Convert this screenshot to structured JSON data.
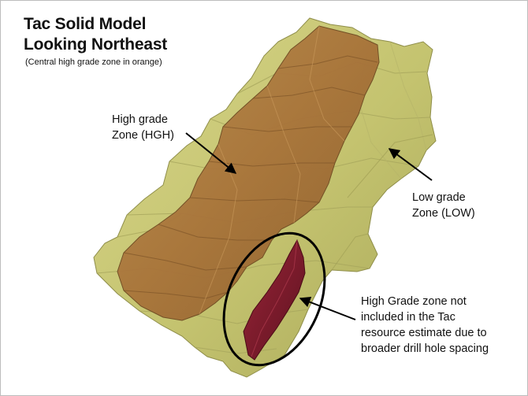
{
  "title": {
    "line1": "Tac Solid Model",
    "line2": "Looking Northeast"
  },
  "subtitle": "(Central high grade zone in orange)",
  "labels": {
    "high_grade": {
      "line1": "High grade",
      "line2": "Zone (HGH)"
    },
    "low_grade": {
      "line1": "Low grade",
      "line2": "Zone (LOW)"
    },
    "excluded": {
      "line1": "High Grade zone not",
      "line2": "included in the Tac",
      "line3": "resource estimate due to",
      "line4": "broader drill hole spacing"
    }
  },
  "colors": {
    "low_grade_zone": "#c9c877",
    "high_grade_zone": "#b27a3c",
    "excluded_zone": "#7a1a2a",
    "annotation": "#000000"
  }
}
